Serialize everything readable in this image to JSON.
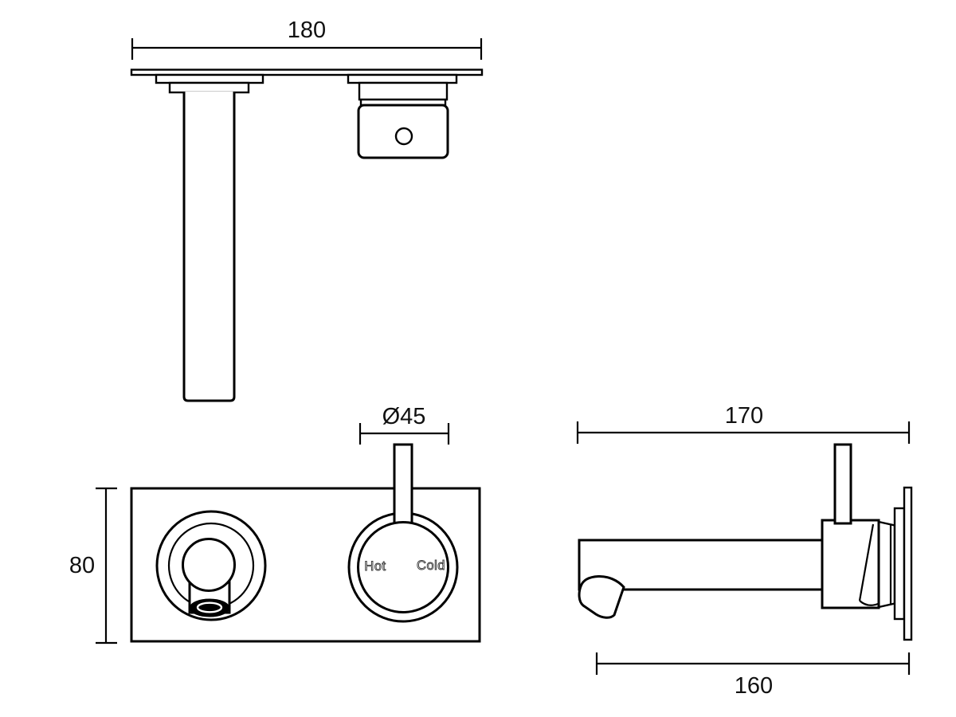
{
  "colors": {
    "background": "#ffffff",
    "line": "#000000",
    "engraved_text_outline": "#3a3a3a"
  },
  "dimensions": {
    "top_width": "180",
    "front_height": "80",
    "handle_diameter": "Ø45",
    "side_overall_projection": "170",
    "side_spout_projection": "160"
  },
  "labels": {
    "hot": "Hot",
    "cold": "Cold"
  }
}
